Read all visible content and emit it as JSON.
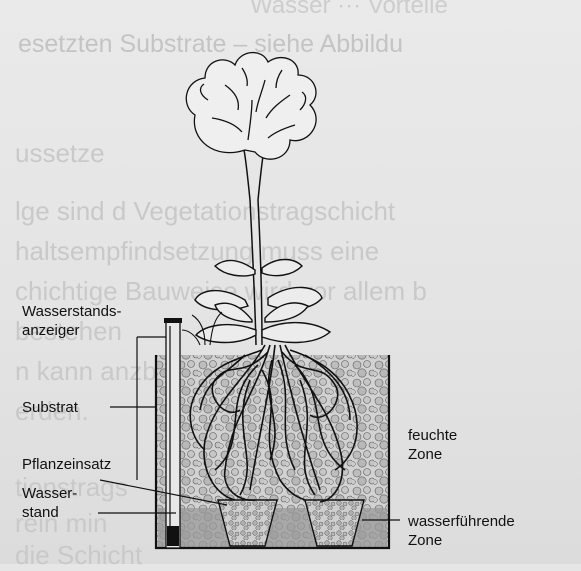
{
  "background_text": {
    "heading_fragment": "esetzten Substrate – siehe Abbildu",
    "lines": [
      "ussetze",
      "lge sind d   Vegetationstragschicht",
      "haltsempfindsetzung muss eine",
      "chichtige Bauweise wird vor allem b",
      "                                bestehen",
      "n kann                 anzbeeten z",
      "                    erden.",
      "                                    tionstrags",
      "rein min",
      "die Schicht"
    ]
  },
  "labels": {
    "water_indicator": "Wasserstands-\nanzeiger",
    "substrate": "Substrat",
    "plant_insert": "Pflanzeinsatz",
    "water_level": "Wasser-\nstand",
    "moist_zone": "feuchte\nZone",
    "water_zone": "wasserführende\nZone"
  },
  "colors": {
    "ink": "#111111",
    "paper": "#e6e6e6",
    "ghost": "#c9c9c9"
  }
}
